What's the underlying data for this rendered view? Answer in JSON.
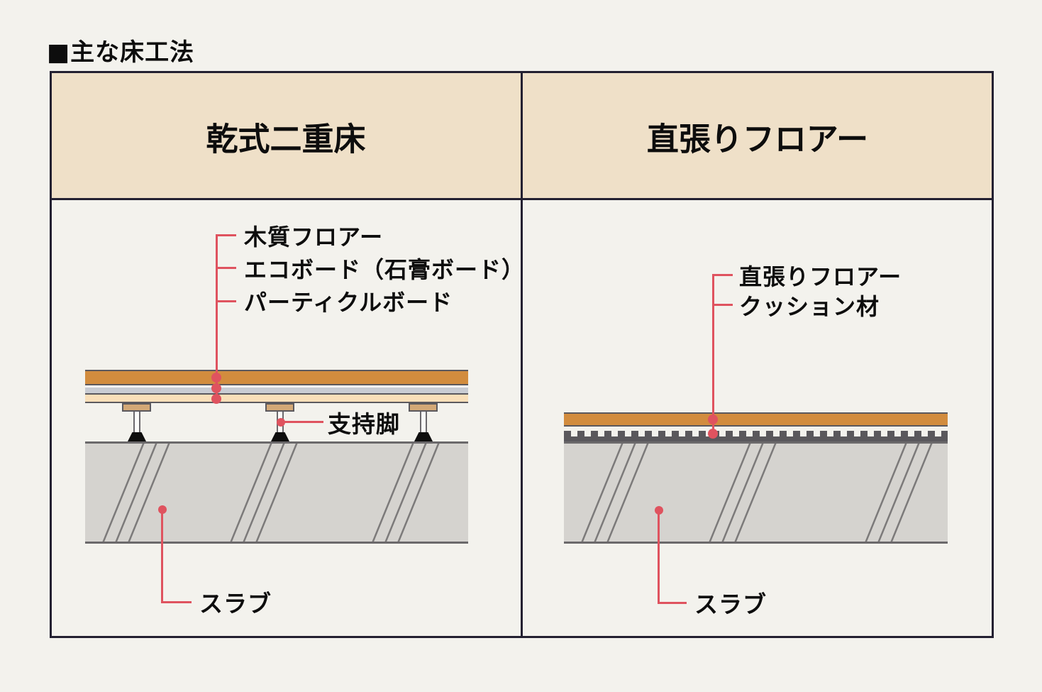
{
  "page": {
    "title": "■主な床工法"
  },
  "table": {
    "left": {
      "header": "乾式二重床",
      "layer_labels": [
        "木質フロアー",
        "エコボード（石膏ボード）",
        "パーティクルボード"
      ],
      "support_leg_label": "支持脚",
      "slab_label": "スラブ"
    },
    "right": {
      "header": "直張りフロアー",
      "layer_labels": [
        "直張りフロアー",
        "クッション材"
      ],
      "slab_label": "スラブ"
    }
  },
  "colors": {
    "page_bg": "#F3F2ED",
    "frame": "#232031",
    "header_bg": "#EFE0C8",
    "accent_red": "#DF535F",
    "wood": "#D28C3E",
    "eco_board": "#C9CCD3",
    "particle_board": "#F9DFB9",
    "layer_border": "#5B595E",
    "leg_pad": "#D3A877",
    "slab_fill": "#D5D3CF",
    "slab_border": "#6B696B",
    "slab_hatch": "#7C7A7A",
    "cushion": "#5A585C",
    "text": "#0D0D0D"
  }
}
